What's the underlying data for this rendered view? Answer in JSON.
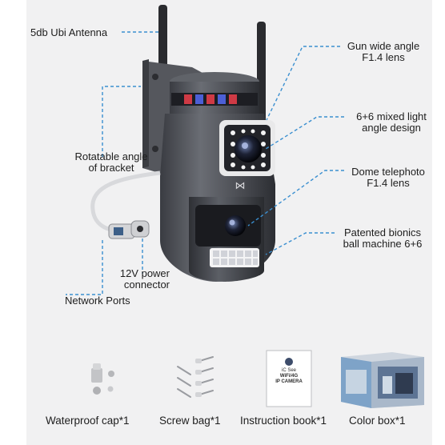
{
  "callouts": {
    "antenna": "5db Ubi Antenna",
    "bracket_line1": "Rotatable angle",
    "bracket_line2": "of bracket",
    "power_line1": "12V power",
    "power_line2": "connector",
    "network": "Network Ports",
    "gun_line1": "Gun wide angle",
    "gun_line2": "F1.4 lens",
    "mixed_line1": "6+6 mixed light",
    "mixed_line2": "angle design",
    "dome_line1": "Dome telephoto",
    "dome_line2": "F1.4 lens",
    "bionics_line1": "Patented bionics",
    "bionics_line2": "ball machine 6+6"
  },
  "accessories": {
    "cap": "Waterproof cap*1",
    "screw": "Screw bag*1",
    "book": "Instruction book*1",
    "box": "Color box*1"
  },
  "booklet": {
    "line1": "iC See",
    "line2": "WiFi/4G",
    "line3": "IP CAMERA"
  },
  "colors": {
    "callout_line": "#3a8fd0",
    "panel": "#f1f1f2",
    "camera_body": "#4a4c52"
  }
}
